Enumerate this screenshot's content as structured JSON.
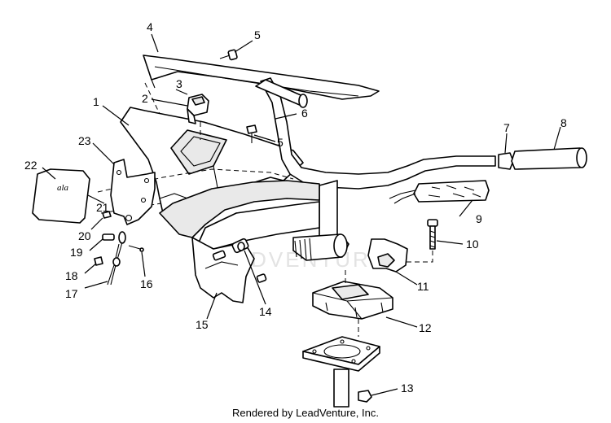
{
  "callouts": {
    "c1": "1",
    "c2": "2",
    "c3": "3",
    "c4": "4",
    "c5a": "5",
    "c5b": "5",
    "c6": "6",
    "c7": "7",
    "c8": "8",
    "c9": "9",
    "c10": "10",
    "c11": "11",
    "c12": "12",
    "c13": "13",
    "c14": "14",
    "c15": "15",
    "c16": "16",
    "c17": "17",
    "c18": "18",
    "c19": "19",
    "c20": "20",
    "c21": "21",
    "c22": "22",
    "c23": "23"
  },
  "decal_text": "ala",
  "watermark": "LEADVENTURE",
  "footer": "Rendered by LeadVenture, Inc."
}
